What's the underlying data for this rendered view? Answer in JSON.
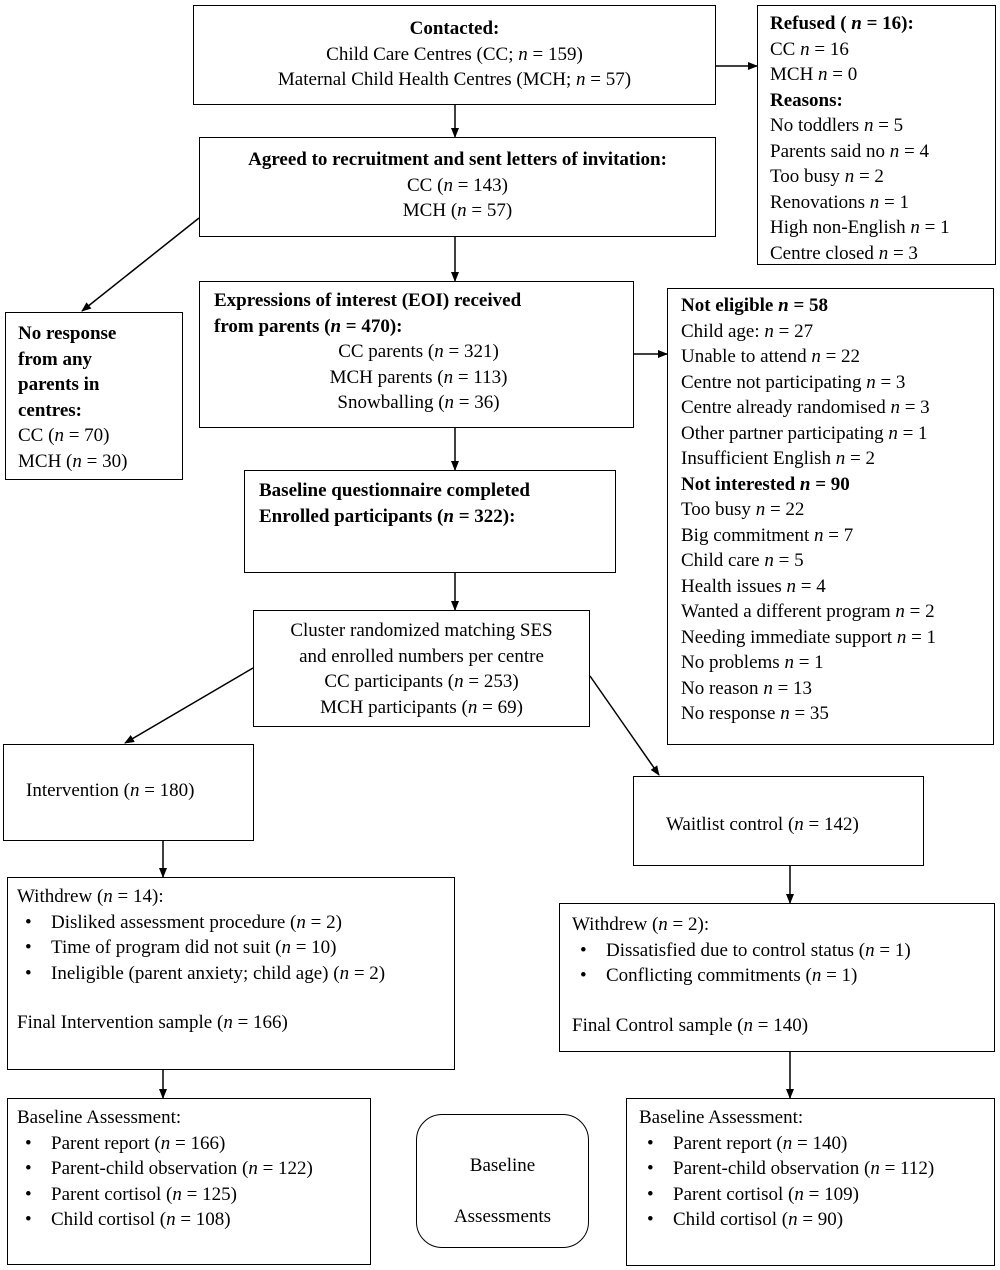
{
  "contacted": {
    "lines": [
      {
        "t": "Contacted:",
        "bold": true
      },
      {
        "t": "Child Care Centres (CC; n = 159)"
      },
      {
        "t": "Maternal Child Health Centres (MCH; n = 57)"
      }
    ]
  },
  "refused": {
    "lines": [
      {
        "t": "Refused ( n = 16):",
        "bold": true
      },
      {
        "t": "CC n = 16"
      },
      {
        "t": "MCH n = 0"
      },
      {
        "t": "Reasons:",
        "bold": true
      },
      {
        "t": "No toddlers n = 5"
      },
      {
        "t": "Parents said no n = 4"
      },
      {
        "t": "Too busy n = 2"
      },
      {
        "t": "Renovations n = 1"
      },
      {
        "t": "High non-English n = 1"
      },
      {
        "t": "Centre closed n = 3"
      }
    ]
  },
  "agreed": {
    "lines": [
      {
        "t": "Agreed to recruitment and sent letters of invitation:",
        "bold": true
      },
      {
        "t": "CC (n = 143)"
      },
      {
        "t": "MCH (n = 57)"
      }
    ]
  },
  "no_response": {
    "lines": [
      {
        "t": "No response",
        "bold": true
      },
      {
        "t": "from any",
        "bold": true
      },
      {
        "t": "parents in",
        "bold": true
      },
      {
        "t": "centres:",
        "bold": true
      },
      {
        "t": "CC (n = 70)"
      },
      {
        "t": "MCH (n = 30)"
      }
    ]
  },
  "eoi": {
    "lines": [
      {
        "t": "Expressions of interest (EOI) received",
        "bold": true,
        "left": true
      },
      {
        "t": "from parents (n = 470):",
        "bold": true,
        "left": true
      },
      {
        "t": "CC parents (n = 321)"
      },
      {
        "t": "MCH parents (n = 113)"
      },
      {
        "t": "Snowballing (n = 36)"
      }
    ]
  },
  "not_eligible": {
    "lines": [
      {
        "t": "Not eligible n = 58",
        "bold": true
      },
      {
        "t": "Child age: n = 27"
      },
      {
        "t": "Unable to attend n = 22"
      },
      {
        "t": "Centre not participating n = 3"
      },
      {
        "t": "Centre already randomised n = 3"
      },
      {
        "t": "Other partner participating n = 1"
      },
      {
        "t": "Insufficient English n = 2"
      },
      {
        "t": "Not interested n = 90",
        "bold": true
      },
      {
        "t": "Too busy n = 22"
      },
      {
        "t": "Big commitment n = 7"
      },
      {
        "t": "Child care n = 5"
      },
      {
        "t": "Health issues n = 4"
      },
      {
        "t": "Wanted a different program n = 2"
      },
      {
        "t": "Needing immediate support n = 1"
      },
      {
        "t": "No problems n = 1"
      },
      {
        "t": "No reason n = 13"
      },
      {
        "t": "No response n = 35"
      }
    ]
  },
  "baseline_q": {
    "lines": [
      {
        "t": "Baseline questionnaire completed",
        "bold": true
      },
      {
        "t": "Enrolled participants (n = 322):",
        "bold": true
      }
    ]
  },
  "cluster": {
    "lines": [
      {
        "t": "Cluster randomized matching SES"
      },
      {
        "t": "and enrolled numbers per centre"
      },
      {
        "t": "CC participants (n = 253)"
      },
      {
        "t": "MCH participants (n = 69)"
      }
    ]
  },
  "intervention": {
    "label": "Intervention (n = 180)"
  },
  "waitlist": {
    "label": "Waitlist control (n = 142)"
  },
  "withdrew_int": {
    "title": "Withdrew (n = 14):",
    "items": [
      "Disliked assessment procedure (n = 2)",
      "Time of program did not suit (n = 10)",
      "Ineligible (parent anxiety; child age) (n = 2)"
    ],
    "final": "Final Intervention sample (n = 166)"
  },
  "withdrew_ctrl": {
    "title": "Withdrew (n = 2):",
    "items": [
      "Dissatisfied due to control status (n = 1)",
      "Conflicting commitments (n = 1)"
    ],
    "final": "Final Control sample (n = 140)"
  },
  "assess_int": {
    "title": "Baseline Assessment:",
    "items": [
      "Parent report (n = 166)",
      "Parent-child observation (n = 122)",
      "Parent cortisol (n = 125)",
      "Child cortisol (n = 108)"
    ]
  },
  "assess_ctrl": {
    "title": "Baseline Assessment:",
    "items": [
      "Parent report (n = 140)",
      "Parent-child observation (n = 112)",
      "Parent cortisol (n = 109)",
      "Child cortisol (n = 90)"
    ]
  },
  "baseline_label": {
    "lines": [
      "Baseline",
      "Assessments"
    ]
  }
}
